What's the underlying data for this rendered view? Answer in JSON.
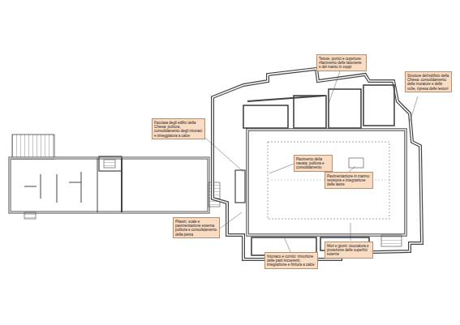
{
  "diagram": {
    "nodes": [
      {
        "text": [
          "Tettoie, portici e coperture: rifacimento delle lattonerie e del manto in coppi"
        ]
      },
      {
        "text": [
          "Strutture dell'edificio della Chiesa: consolidamento delle murature e delle volte, ripresa delle lesioni"
        ]
      },
      {
        "text": [
          "Facciata degli edifici della Chiesa: pulitura, consolidamento degli intonaci e tinteggiatura a calce"
        ]
      },
      {
        "text": [
          "Pavimento della navata: pulitura e consolidamento"
        ]
      },
      {
        "text": [
          "Pavimentazione in marmo: revisione e integrazione delle lastre"
        ]
      },
      {
        "text": [
          "Pilastri, scale e pavimentazione esterna: pulitura e consolidamento della pietra"
        ]
      },
      {
        "text": [
          "Muri e giunti: stuccatura e protezione delle superfici esterne"
        ]
      },
      {
        "text": [
          "Intonaco e cornici: rimozione delle parti incoerenti, integrazione e finitura a calce"
        ]
      }
    ]
  }
}
